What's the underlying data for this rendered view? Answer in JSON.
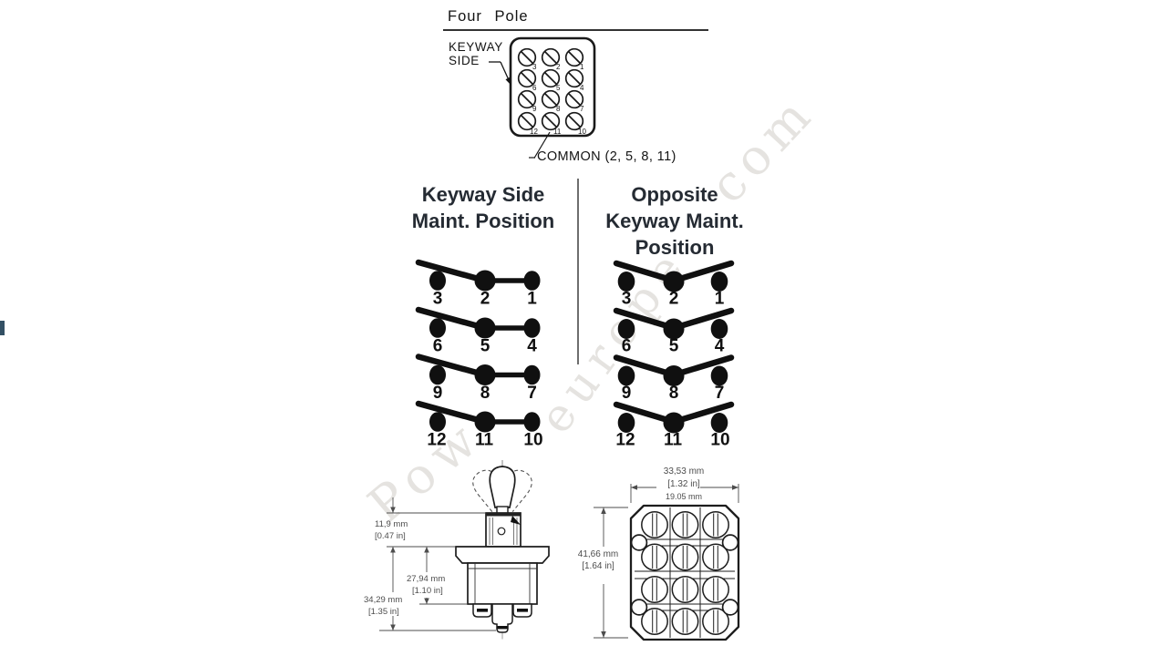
{
  "header": {
    "title": "Four Pole",
    "keyway_label_line1": "KEYWAY",
    "keyway_label_line2": "SIDE",
    "common_label": "COMMON (2, 5, 8, 11)"
  },
  "pinout": {
    "rows": [
      [
        "3",
        "2",
        "1"
      ],
      [
        "6",
        "5",
        "4"
      ],
      [
        "9",
        "8",
        "7"
      ],
      [
        "12",
        "11",
        "10"
      ]
    ]
  },
  "positions": {
    "left": {
      "heading_line1": "Keyway Side",
      "heading_line2": "Maint. Position",
      "rows": [
        [
          "3",
          "2",
          "1"
        ],
        [
          "6",
          "5",
          "4"
        ],
        [
          "9",
          "8",
          "7"
        ],
        [
          "12",
          "11",
          "10"
        ]
      ]
    },
    "right": {
      "heading_line1": "Opposite",
      "heading_line2": "Keyway Maint.",
      "heading_line3": "Position",
      "rows": [
        [
          "3",
          "2",
          "1"
        ],
        [
          "6",
          "5",
          "4"
        ],
        [
          "9",
          "8",
          "7"
        ],
        [
          "12",
          "11",
          "10"
        ]
      ]
    }
  },
  "dimensions": {
    "side_view": {
      "bushing_mm": "11,9 mm",
      "bushing_in": "[0.47 in]",
      "body_mm": "27,94 mm",
      "body_in": "[1.10 in]",
      "overall_mm": "34,29 mm",
      "overall_in": "[1.35 in]"
    },
    "back_view": {
      "width_mm": "33,53 mm",
      "width_in": "[1.32 in]",
      "inner_width_mm": "19.05 mm",
      "height_mm": "41,66 mm",
      "height_in": "[1.64 in]"
    }
  },
  "watermark": {
    "fragments": [
      "Pow",
      "europe",
      "com"
    ]
  },
  "colors": {
    "line": "#1a1a1a",
    "heading": "#252b33",
    "dimension": "#4d4d4d",
    "watermark": "#ccc9c2",
    "edge_artifact": "#335064"
  }
}
